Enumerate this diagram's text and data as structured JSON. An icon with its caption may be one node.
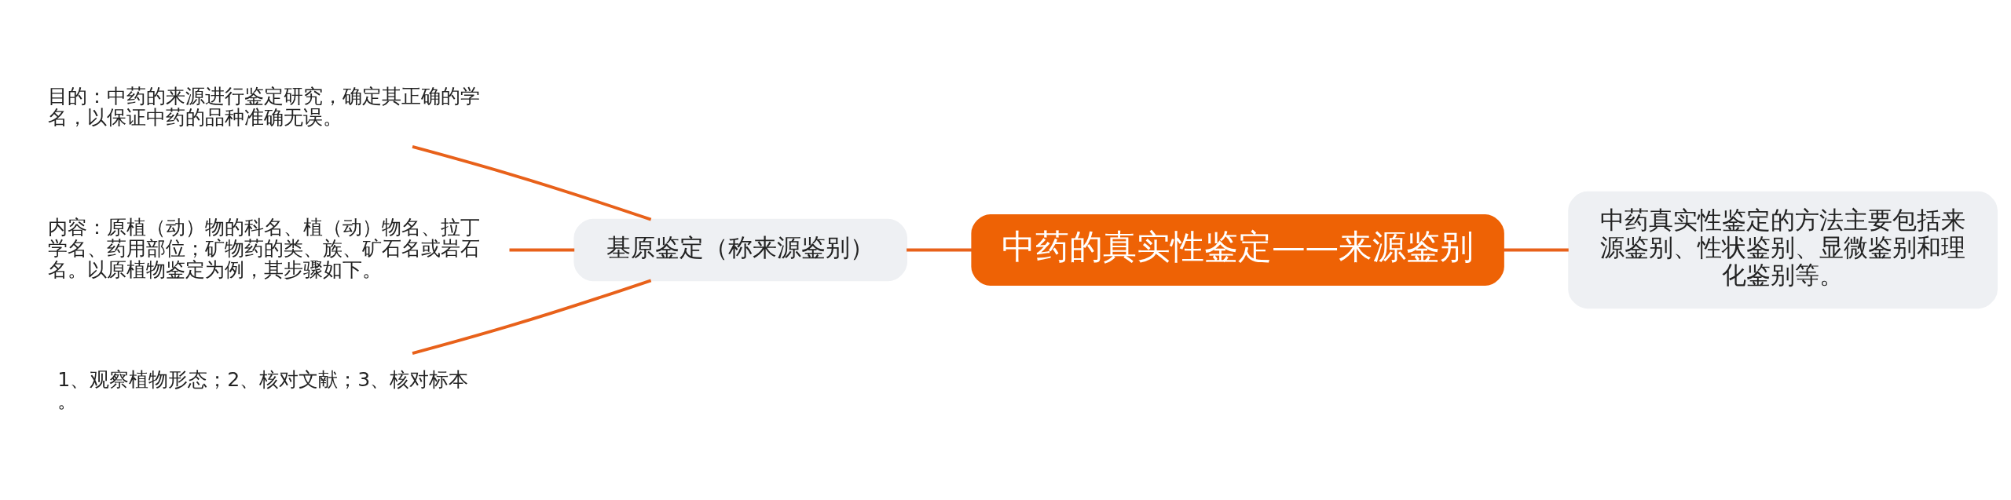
{
  "diagram": {
    "nodes": [
      {
        "text": [
          "中药的真实性鉴定——来源鉴别"
        ]
      },
      {
        "text": [
          "中药真实性鉴定的方法主要包括来源鉴别、性状鉴别、显微鉴别和理化鉴别等。"
        ]
      },
      {
        "text": [
          "基原鉴定（称来源鉴别）"
        ]
      },
      {
        "text": [
          "目的：中药的来源进行鉴定研究，确定其正确的学名，以保证中药的品种准确无误。"
        ]
      },
      {
        "text": [
          "内容：原植（动）物的科名、植（动）物名、拉丁学名、药用部位；矿物药的类、族、矿石名或岩石名。以原植物鉴定为例，其步骤如下。"
        ]
      },
      {
        "text": [
          "1、观察植物形态；2、核对文献；3、核对标本。"
        ]
      }
    ],
    "edges": [
      {
        "from": 0,
        "to": 1,
        "arrow": "none"
      },
      {
        "from": 0,
        "to": 2,
        "arrow": "none"
      },
      {
        "from": 2,
        "to": 3,
        "arrow": "none"
      },
      {
        "from": 2,
        "to": 4,
        "arrow": "none"
      },
      {
        "from": 2,
        "to": 5,
        "arrow": "none"
      }
    ]
  }
}
